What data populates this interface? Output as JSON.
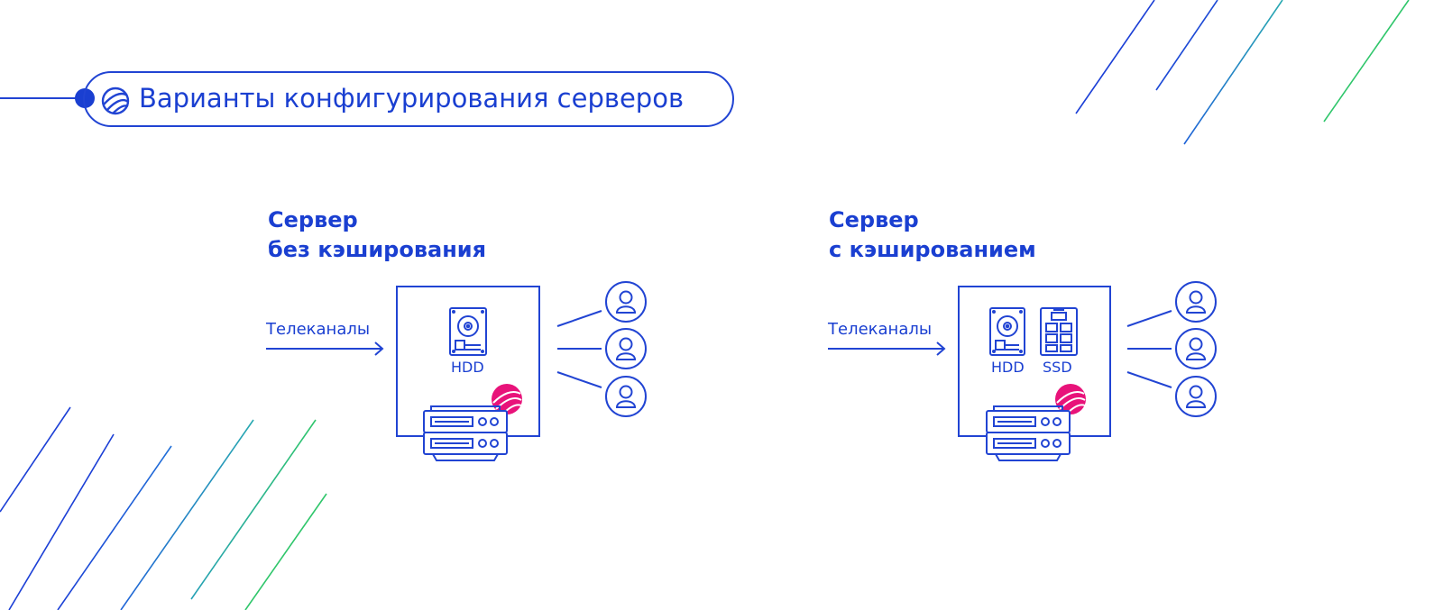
{
  "title": "Варианты конфигурирования серверов",
  "colors": {
    "primary": "#2144d3",
    "accent_pink": "#e8137a",
    "line_blue": "#1f4fd8",
    "line_green": "#2fc66b",
    "background": "#ffffff"
  },
  "icons": [
    "logo-icon",
    "hdd-icon",
    "ssd-icon",
    "server-icon",
    "user-icon",
    "arrow-icon"
  ],
  "left": {
    "heading_line1": "Сервер",
    "heading_line2": "без кэширования",
    "source_label": "Телеканалы",
    "hdd_label": "HDD"
  },
  "right": {
    "heading_line1": "Сервер",
    "heading_line2": "с кэшированием",
    "source_label": "Телеканалы",
    "hdd_label": "HDD",
    "ssd_label": "SSD"
  }
}
